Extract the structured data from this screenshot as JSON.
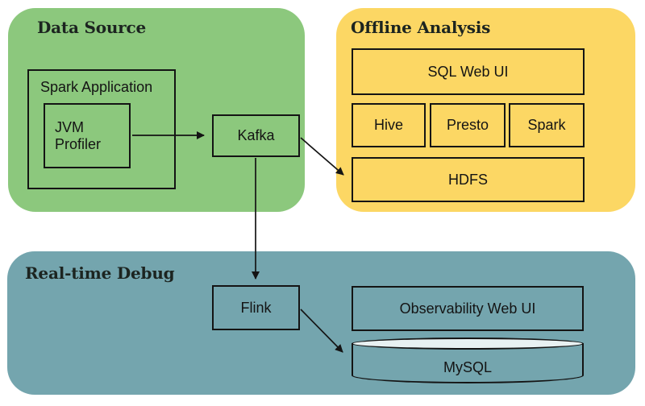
{
  "diagram": {
    "sections": {
      "data_source": {
        "title": "Data Source",
        "color": "#8CC87D"
      },
      "offline": {
        "title": "Offline Analysis",
        "color": "#FCD764"
      },
      "realtime": {
        "title": "Real-time Debug",
        "color": "#74A5AE"
      }
    },
    "nodes": {
      "spark_application": {
        "label": "Spark Application"
      },
      "jvm_profiler": {
        "label": "JVM Profiler"
      },
      "kafka": {
        "label": "Kafka"
      },
      "sql_web_ui": {
        "label": "SQL Web UI"
      },
      "hive": {
        "label": "Hive"
      },
      "presto": {
        "label": "Presto"
      },
      "spark": {
        "label": "Spark"
      },
      "hdfs": {
        "label": "HDFS"
      },
      "flink": {
        "label": "Flink"
      },
      "observability_web_ui": {
        "label": "Observability Web UI"
      },
      "mysql": {
        "label": "MySQL"
      }
    },
    "edges": [
      {
        "from": "jvm_profiler",
        "to": "kafka"
      },
      {
        "from": "kafka",
        "to": "hdfs"
      },
      {
        "from": "kafka",
        "to": "flink"
      },
      {
        "from": "flink",
        "to": "mysql"
      }
    ],
    "colors": {
      "line": "#141414",
      "cylinder_top": "#E8F1F2",
      "cylinder_body": "#74A5AE"
    }
  }
}
